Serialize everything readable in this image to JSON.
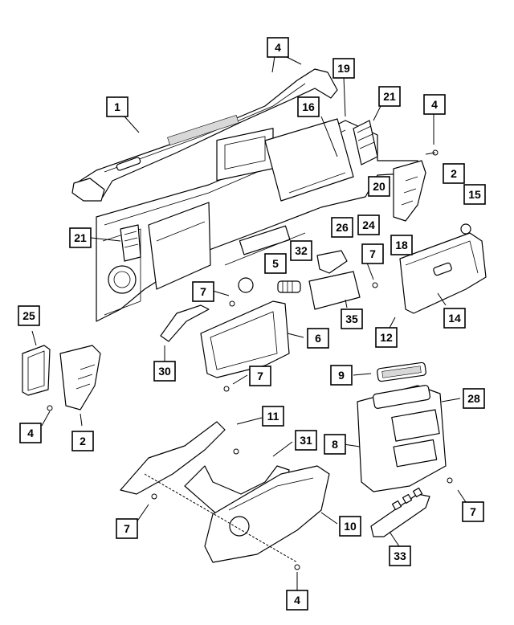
{
  "callouts": [
    {
      "id": "c1",
      "label": "1"
    },
    {
      "id": "c4a",
      "label": "4"
    },
    {
      "id": "c19",
      "label": "19"
    },
    {
      "id": "c16",
      "label": "16"
    },
    {
      "id": "c21a",
      "label": "21"
    },
    {
      "id": "c4b",
      "label": "4"
    },
    {
      "id": "c2a",
      "label": "2"
    },
    {
      "id": "c15",
      "label": "15"
    },
    {
      "id": "c20",
      "label": "20"
    },
    {
      "id": "c26",
      "label": "26"
    },
    {
      "id": "c24",
      "label": "24"
    },
    {
      "id": "c21b",
      "label": "21"
    },
    {
      "id": "c32",
      "label": "32"
    },
    {
      "id": "c7a",
      "label": "7"
    },
    {
      "id": "c18",
      "label": "18"
    },
    {
      "id": "c5",
      "label": "5"
    },
    {
      "id": "c7b",
      "label": "7"
    },
    {
      "id": "c35",
      "label": "35"
    },
    {
      "id": "c14",
      "label": "14"
    },
    {
      "id": "c12",
      "label": "12"
    },
    {
      "id": "c25",
      "label": "25"
    },
    {
      "id": "c6",
      "label": "6"
    },
    {
      "id": "c30",
      "label": "30"
    },
    {
      "id": "c7c",
      "label": "7"
    },
    {
      "id": "c9",
      "label": "9"
    },
    {
      "id": "c28",
      "label": "28"
    },
    {
      "id": "c4c",
      "label": "4"
    },
    {
      "id": "c2b",
      "label": "2"
    },
    {
      "id": "c11",
      "label": "11"
    },
    {
      "id": "c31",
      "label": "31"
    },
    {
      "id": "c8",
      "label": "8"
    },
    {
      "id": "c7d",
      "label": "7"
    },
    {
      "id": "c10",
      "label": "10"
    },
    {
      "id": "c7e",
      "label": "7"
    },
    {
      "id": "c33",
      "label": "33"
    },
    {
      "id": "c4d",
      "label": "4"
    }
  ]
}
